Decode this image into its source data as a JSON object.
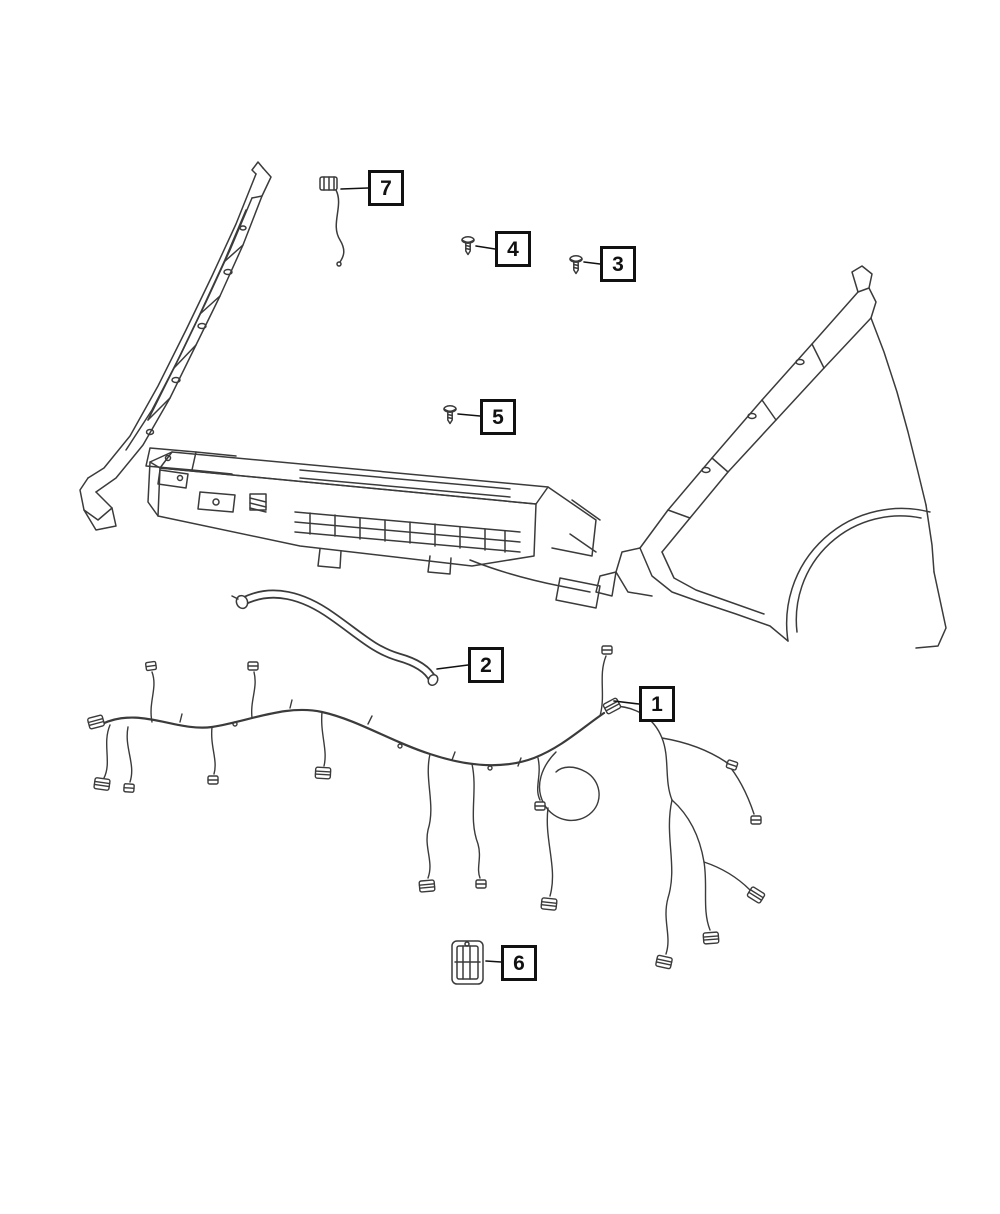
{
  "diagram": {
    "kind": "automotive-parts-line-diagram",
    "background": "#ffffff",
    "line_color": "#3b3b3b",
    "callout_border_color": "#111111"
  },
  "callouts": [
    {
      "label": "7"
    },
    {
      "label": "4"
    },
    {
      "label": "3"
    },
    {
      "label": "5"
    },
    {
      "label": "2"
    },
    {
      "label": "1"
    },
    {
      "label": "6"
    }
  ]
}
